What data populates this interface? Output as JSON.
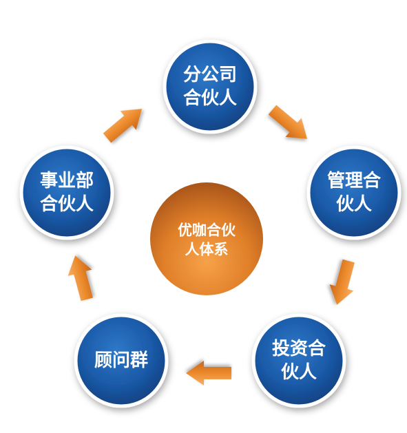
{
  "diagram": {
    "center": {
      "lines": [
        "优咖合伙",
        "人体系"
      ]
    },
    "nodes": [
      {
        "id": "branch",
        "lines": [
          "分公司",
          "合伙人"
        ]
      },
      {
        "id": "management",
        "lines": [
          "管理合",
          "伙人"
        ]
      },
      {
        "id": "investment",
        "lines": [
          "投资合",
          "伙人"
        ]
      },
      {
        "id": "advisor",
        "lines": [
          "顾问群"
        ]
      },
      {
        "id": "division",
        "lines": [
          "事业部",
          "合伙人"
        ]
      }
    ],
    "colors": {
      "node_fill": "#1a5aa8",
      "node_border": "#ffffff",
      "center_fill": "#e8862a",
      "arrow_fill": "#ee8a2b"
    }
  }
}
